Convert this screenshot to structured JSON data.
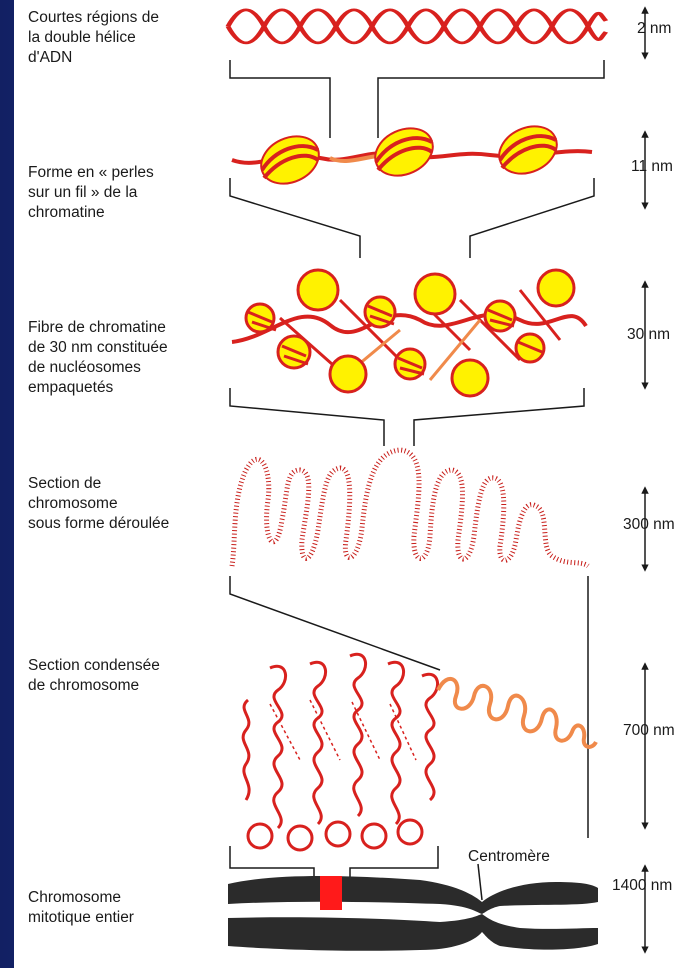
{
  "colors": {
    "background": "#1b2a66",
    "panel": "#ffffff",
    "fiber": "#d8211e",
    "fiber_light": "#f08a4b",
    "nucleosome": "#fff200",
    "chromosome": "#2b2b2b",
    "centromere_band": "#ff1a1a"
  },
  "levels": [
    {
      "label": "Courtes régions de\nla double hélice\nd'ADN",
      "scale": "2 nm"
    },
    {
      "label": "Forme en « perles\nsur un fil » de la\nchromatine",
      "scale": "11 nm"
    },
    {
      "label": "Fibre de chromatine\nde 30 nm constituée\nde nucléosomes\nempaquetés",
      "scale": "30 nm"
    },
    {
      "label": "Section de\nchromosome\nsous forme déroulée",
      "scale": "300 nm"
    },
    {
      "label": "Section condensée\nde chromosome",
      "scale": "700 nm"
    },
    {
      "label": "Chromosome\nmitotique entier",
      "scale": "1400 nm"
    }
  ],
  "annotations": {
    "centromere": "Centromère"
  },
  "icons": {
    "scale_arrow": "double-headed-vertical-arrow"
  }
}
